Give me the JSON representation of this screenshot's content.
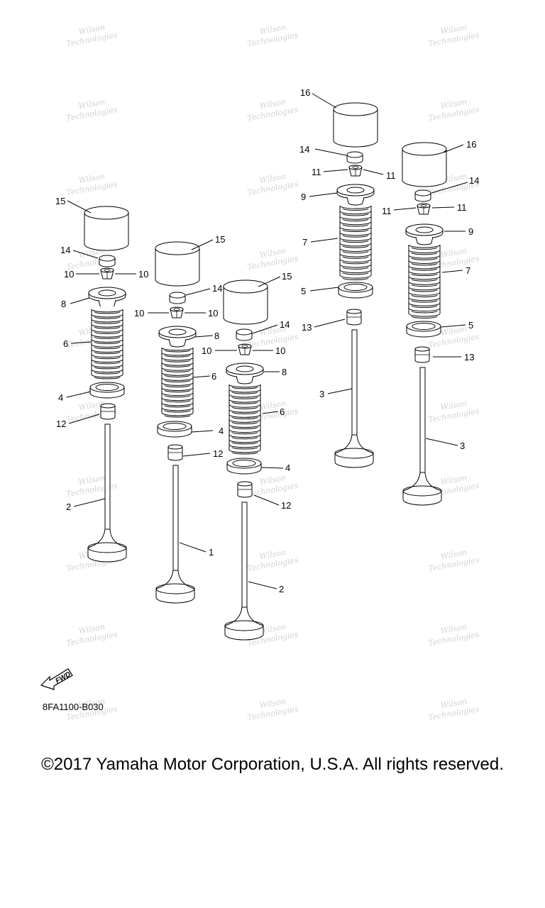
{
  "watermark": {
    "line1": "Wilson",
    "line2": "Technologies"
  },
  "callouts": {
    "c1": "1",
    "c2": "2",
    "c3": "3",
    "c4": "4",
    "c5": "5",
    "c6": "6",
    "c7": "7",
    "c8": "8",
    "c9": "9",
    "c10": "10",
    "c11": "11",
    "c12": "12",
    "c13": "13",
    "c14": "14",
    "c15": "15",
    "c16": "16"
  },
  "fwd_marker": {
    "label": "FWD",
    "icon": "forward-arrow-icon"
  },
  "part_code": "8FA1100-B030",
  "copyright": "©2017 Yamaha Motor Corporation, U.S.A. All rights reserved."
}
